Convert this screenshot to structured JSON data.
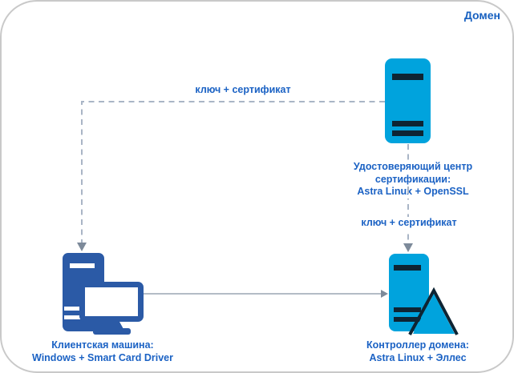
{
  "title": "Домен",
  "colors": {
    "cyan": "#00a3dd",
    "dark": "#0e2433",
    "blue": "#2b5aa6",
    "label": "#1b62c4",
    "title": "#1760c0",
    "line": "#a9b5c6",
    "arrow": "#7d8a9a",
    "solidline": "#9aa6b4",
    "border": "#c9c9c9"
  },
  "nodes": {
    "ca": {
      "lines": [
        "Удостоверяющий центр",
        "сертификации:",
        "Astra Linux + OpenSSL"
      ]
    },
    "client": {
      "lines": [
        "Клиентская машина:",
        "Windows + Smart Card Driver"
      ]
    },
    "dc": {
      "lines": [
        "Контроллер домена:",
        "Astra Linux + Эллес"
      ]
    }
  },
  "edges": {
    "ca_to_client": {
      "label": "ключ + сертификат",
      "style": "dashed"
    },
    "ca_to_dc": {
      "label": "ключ + сертификат",
      "style": "dashed"
    },
    "client_to_dc": {
      "style": "solid"
    }
  }
}
